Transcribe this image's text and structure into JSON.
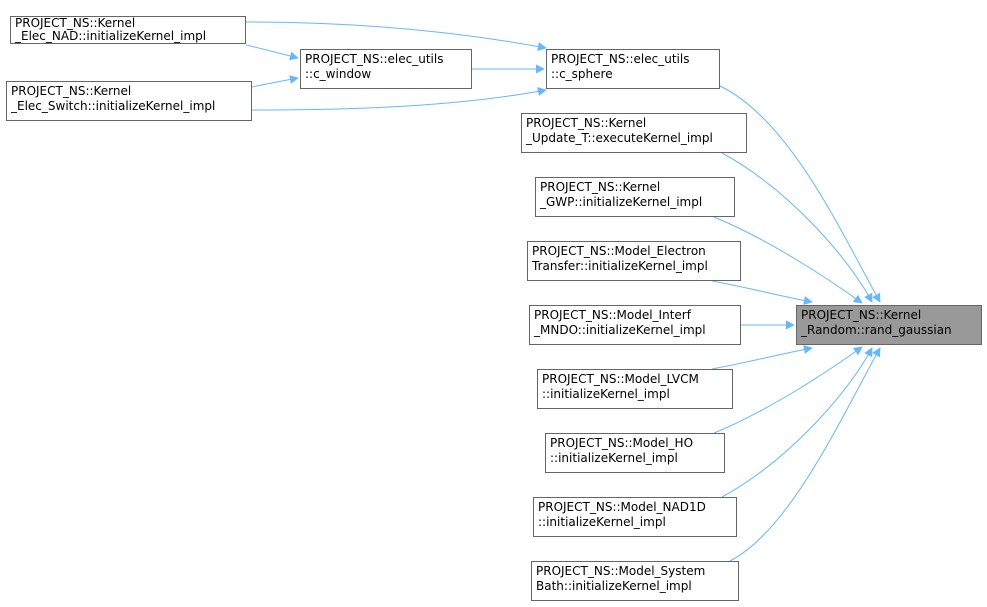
{
  "colors": {
    "edge": "#63b8ff",
    "node_border": "#666666",
    "highlight_fill": "#999999"
  },
  "nodes": [
    {
      "id": "elec_nad",
      "lines": [
        "PROJECT_NS::Kernel",
        "_Elec_NAD::initializeKernel_impl"
      ]
    },
    {
      "id": "elec_switch",
      "lines": [
        "PROJECT_NS::Kernel",
        "_Elec_Switch::initializeKernel_impl"
      ]
    },
    {
      "id": "c_window",
      "lines": [
        "PROJECT_NS::elec_utils",
        "::c_window"
      ]
    },
    {
      "id": "c_sphere",
      "lines": [
        "PROJECT_NS::elec_utils",
        "::c_sphere"
      ]
    },
    {
      "id": "update_t",
      "lines": [
        "PROJECT_NS::Kernel",
        "_Update_T::executeKernel_impl"
      ]
    },
    {
      "id": "gwp",
      "lines": [
        "PROJECT_NS::Kernel",
        "_GWP::initializeKernel_impl"
      ]
    },
    {
      "id": "electron_tr",
      "lines": [
        "PROJECT_NS::Model_Electron",
        "Transfer::initializeKernel_impl"
      ]
    },
    {
      "id": "interf_mndo",
      "lines": [
        "PROJECT_NS::Model_Interf",
        "_MNDO::initializeKernel_impl"
      ]
    },
    {
      "id": "lvcm",
      "lines": [
        "PROJECT_NS::Model_LVCM",
        "::initializeKernel_impl"
      ]
    },
    {
      "id": "ho",
      "lines": [
        "PROJECT_NS::Model_HO",
        "::initializeKernel_impl"
      ]
    },
    {
      "id": "nad1d",
      "lines": [
        "PROJECT_NS::Model_NAD1D",
        "::initializeKernel_impl"
      ]
    },
    {
      "id": "system_bath",
      "lines": [
        "PROJECT_NS::Model_System",
        "Bath::initializeKernel_impl"
      ]
    },
    {
      "id": "rand_gaussian",
      "lines": [
        "PROJECT_NS::Kernel",
        "_Random::rand_gaussian"
      ],
      "highlight": true
    }
  ],
  "edges": [
    {
      "from": "c_window",
      "to": "elec_nad"
    },
    {
      "from": "c_window",
      "to": "elec_switch"
    },
    {
      "from": "c_sphere",
      "to": "elec_nad"
    },
    {
      "from": "c_sphere",
      "to": "elec_switch"
    },
    {
      "from": "c_sphere",
      "to": "c_window"
    },
    {
      "from": "rand_gaussian",
      "to": "c_sphere"
    },
    {
      "from": "rand_gaussian",
      "to": "update_t"
    },
    {
      "from": "rand_gaussian",
      "to": "gwp"
    },
    {
      "from": "rand_gaussian",
      "to": "electron_tr"
    },
    {
      "from": "rand_gaussian",
      "to": "interf_mndo"
    },
    {
      "from": "rand_gaussian",
      "to": "lvcm"
    },
    {
      "from": "rand_gaussian",
      "to": "ho"
    },
    {
      "from": "rand_gaussian",
      "to": "nad1d"
    },
    {
      "from": "rand_gaussian",
      "to": "system_bath"
    }
  ]
}
